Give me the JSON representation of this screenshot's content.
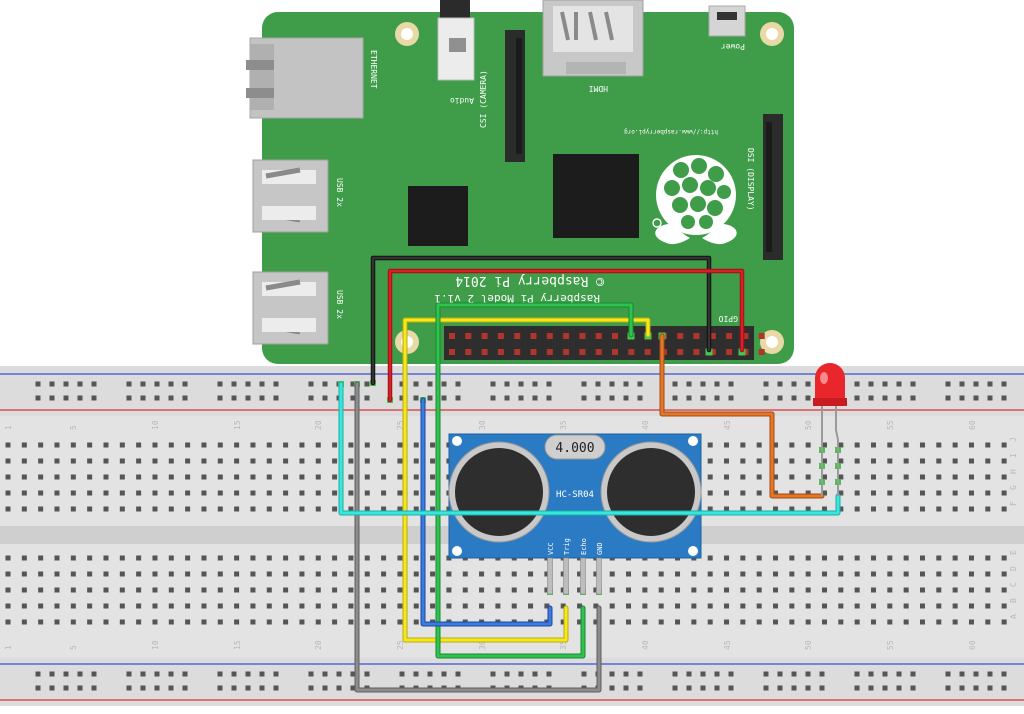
{
  "pi": {
    "ethernet": "ETHERNET",
    "audio": "Audio",
    "csi": "CSI (CAMERA)",
    "hdmi": "HDMI",
    "power": "Power",
    "url": "http://www.raspberrypi.org",
    "dsi": "DSI (DISPLAY)",
    "usb1": "USB 2x",
    "usb2": "USB 2x",
    "copyright": "© Raspberry Pi 2014",
    "model": "Raspberry Pi Model 2 v1.1",
    "gpio": "GPIO"
  },
  "sensor": {
    "crystal": "4.000",
    "name": "HC-SR04",
    "pins": [
      "VCC",
      "Trig",
      "Echo",
      "GND"
    ]
  },
  "breadboard": {
    "column_numbers": [
      "1",
      "5",
      "10",
      "15",
      "20",
      "25",
      "30",
      "35",
      "40",
      "45",
      "50",
      "55",
      "60"
    ],
    "row_letters_top": [
      "J",
      "I",
      "H",
      "G",
      "F"
    ],
    "row_letters_bottom": [
      "E",
      "D",
      "C",
      "B",
      "A"
    ]
  },
  "colors": {
    "pcb": "#3f9c48",
    "breadboard": "#e3e3e3",
    "sensor": "#2a7bc4",
    "wire_black": "#222222",
    "wire_red": "#c8161d",
    "wire_green": "#27ae45",
    "wire_yellow": "#f1e31a",
    "wire_blue": "#2e67c9",
    "wire_cyan": "#2ee0d6",
    "wire_gray": "#7a7a7a",
    "wire_orange": "#d8691d",
    "led": "#e8262c"
  }
}
